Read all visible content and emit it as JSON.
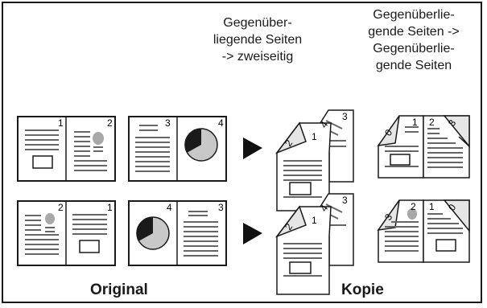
{
  "headers": {
    "facing_to_duplex": [
      "Gegenüber-",
      "liegende Seiten",
      "-> zweiseitig"
    ],
    "facing_to_facing": [
      "Gegenüberlie-",
      "gende Seiten ->",
      "Gegenüberlie-",
      "gende Seiten"
    ]
  },
  "footer": {
    "original_label": "Original",
    "copy_label": "Kopie"
  },
  "page_numbers": {
    "row1": {
      "spread_a": [
        "1",
        "2"
      ],
      "spread_b": [
        "3",
        "4"
      ],
      "duplex": [
        "3",
        "4",
        "2",
        "1"
      ],
      "facing": [
        "0",
        "1",
        "2",
        "3"
      ]
    },
    "row2": {
      "spread_a": [
        "2",
        "1"
      ],
      "spread_b": [
        "4",
        "3"
      ],
      "duplex": [
        "3",
        "4",
        "1",
        "2"
      ],
      "facing": [
        "3",
        "2",
        "1",
        "0"
      ]
    }
  },
  "icons": [
    "open-book-icon",
    "arrow-right-icon",
    "duplex-sheet-icon",
    "facing-sheet-icon"
  ]
}
